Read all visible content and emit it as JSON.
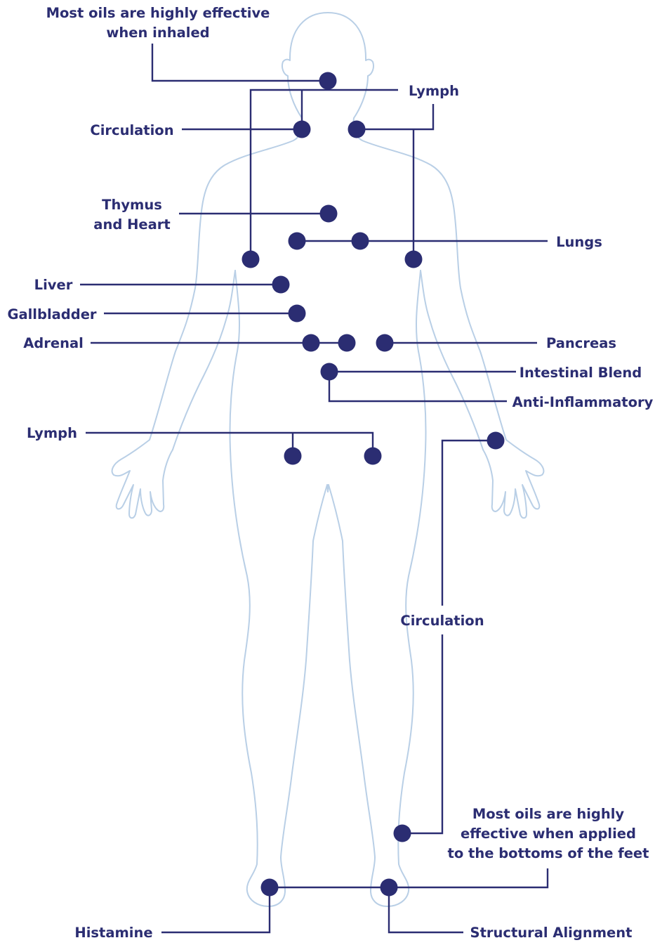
{
  "accent_color": "#2b2d72",
  "outline_color": "#b9cfe6",
  "labels": {
    "inhaled_line1": "Most oils are highly effective",
    "inhaled_line2": "when inhaled",
    "lymph_top": "Lymph",
    "circulation_neck": "Circulation",
    "thymus_line1": "Thymus",
    "thymus_line2": "and Heart",
    "lungs": "Lungs",
    "liver": "Liver",
    "gallbladder": "Gallbladder",
    "adrenal": "Adrenal",
    "pancreas": "Pancreas",
    "intestinal": "Intestinal Blend",
    "anti_inflammatory": "Anti-Inflammatory",
    "lymph_lower": "Lymph",
    "circulation_leg": "Circulation",
    "feet_line1": "Most oils are highly",
    "feet_line2": "effective when applied",
    "feet_line3": "to the bottoms of the feet",
    "histamine": "Histamine",
    "structural": "Structural Alignment"
  }
}
